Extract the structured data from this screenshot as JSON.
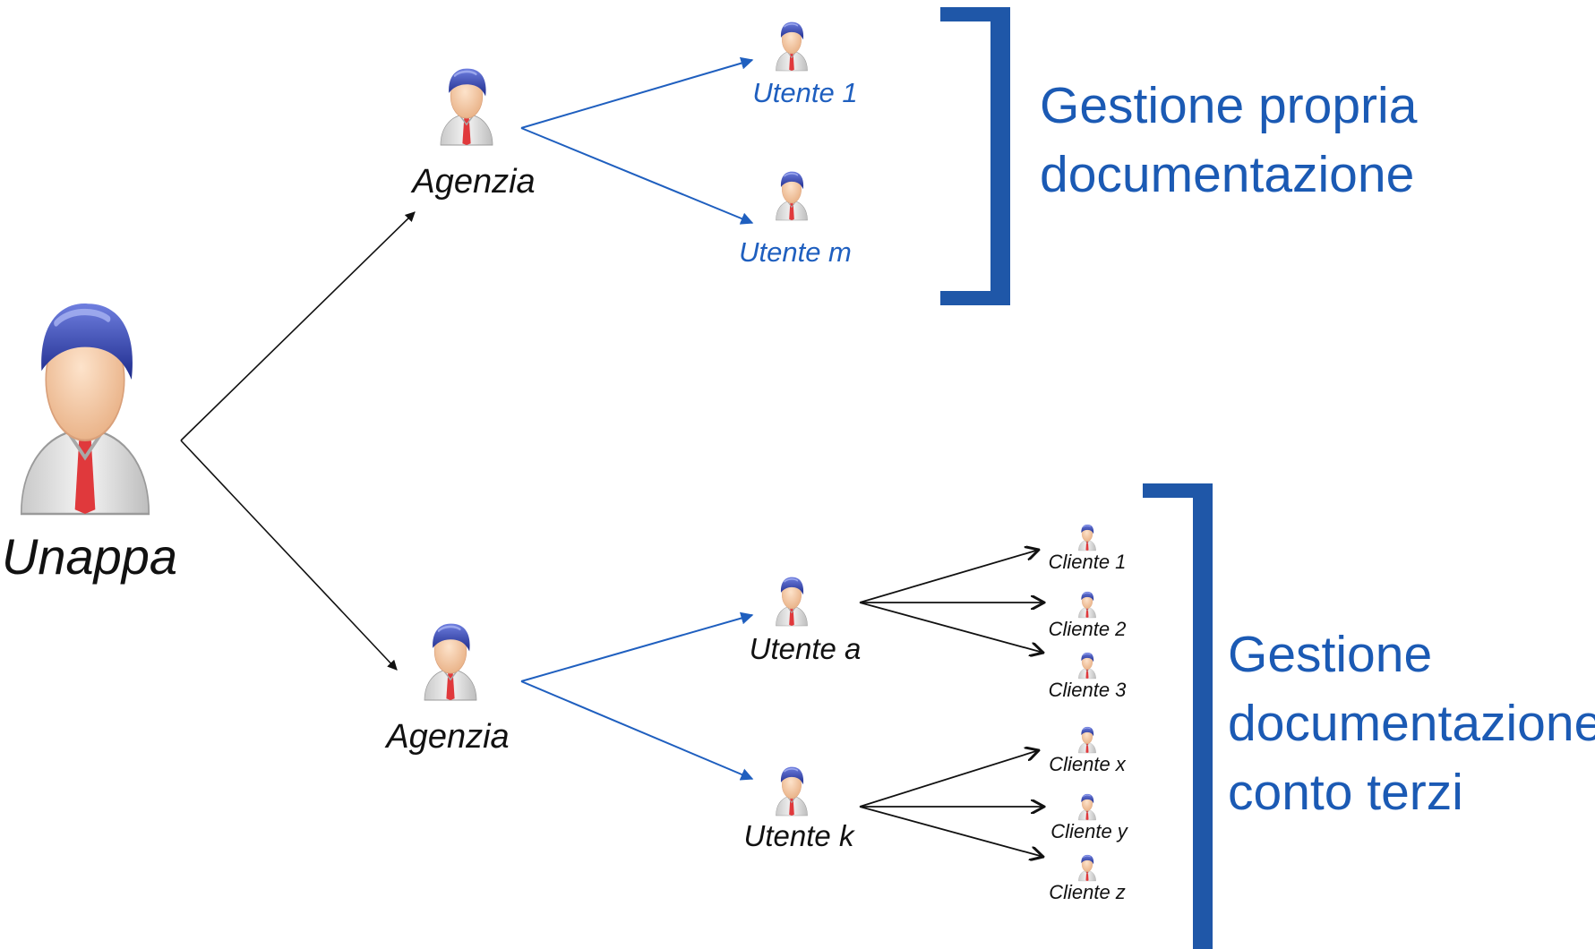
{
  "root": {
    "label": "Unappa"
  },
  "branches": [
    {
      "agency": "Agenzia",
      "users": [
        {
          "label": "Utente 1",
          "clients": []
        },
        {
          "label": "Utente m",
          "clients": []
        }
      ],
      "group_label": [
        "Gestione propria",
        "documentazione"
      ]
    },
    {
      "agency": "Agenzia",
      "users": [
        {
          "label": "Utente a",
          "clients": [
            "Cliente 1",
            "Cliente 2",
            "Cliente 3"
          ]
        },
        {
          "label": "Utente k",
          "clients": [
            "Cliente x",
            "Cliente y",
            "Cliente z"
          ]
        }
      ],
      "group_label": [
        "Gestione",
        "documentazione",
        "conto terzi"
      ]
    }
  ],
  "colors": {
    "accent_blue": "#1b5ab4",
    "bracket_blue": "#1f57a8",
    "arrow_blue": "#1f5fbf",
    "arrow_black": "#111111",
    "hair": "#2a3aa0",
    "skin": "#f3c9a2",
    "shirt": "#d6d6d6",
    "tie": "#e0393c"
  },
  "icons": {
    "person": "person-icon"
  }
}
